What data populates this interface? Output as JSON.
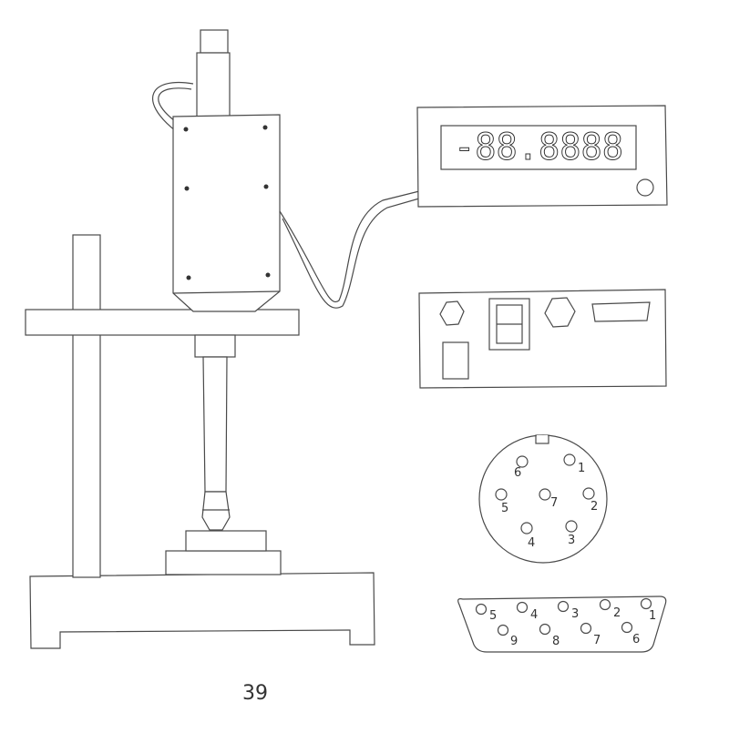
{
  "display": {
    "readout": "-88.8888"
  },
  "circular_connector": {
    "pins": [
      "1",
      "2",
      "3",
      "4",
      "5",
      "6",
      "7"
    ]
  },
  "dsub_connector": {
    "top_row": [
      "5",
      "4",
      "3",
      "2",
      "1"
    ],
    "bottom_row": [
      "9",
      "8",
      "7",
      "6"
    ]
  },
  "page": {
    "number": "39"
  }
}
